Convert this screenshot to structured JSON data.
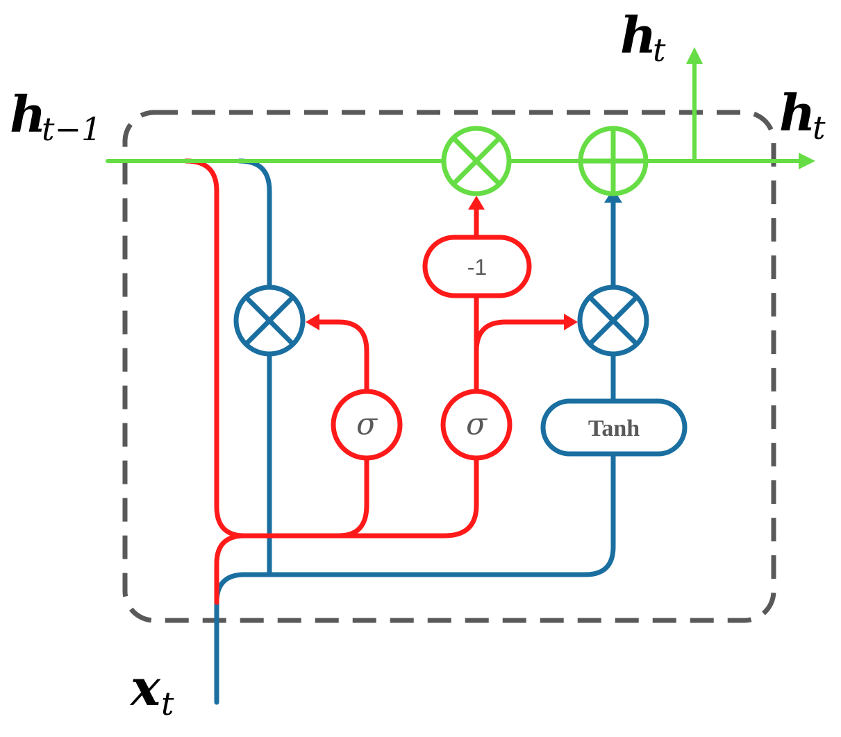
{
  "labels": {
    "h_prev_main": "h",
    "h_prev_sub": "t−1",
    "h_out_top_main": "h",
    "h_out_top_sub": "t",
    "h_out_right_main": "h",
    "h_out_right_sub": "t",
    "x_main": "x",
    "x_sub": "t"
  },
  "ops": {
    "sigma_1": "σ",
    "sigma_2": "σ",
    "minus_one": "-1",
    "tanh": "Tanh"
  },
  "colors": {
    "hidden_path": "#66dd44",
    "gate_path": "#ff1a1a",
    "candidate_path": "#1a6fa0",
    "cell_border": "#595959"
  }
}
